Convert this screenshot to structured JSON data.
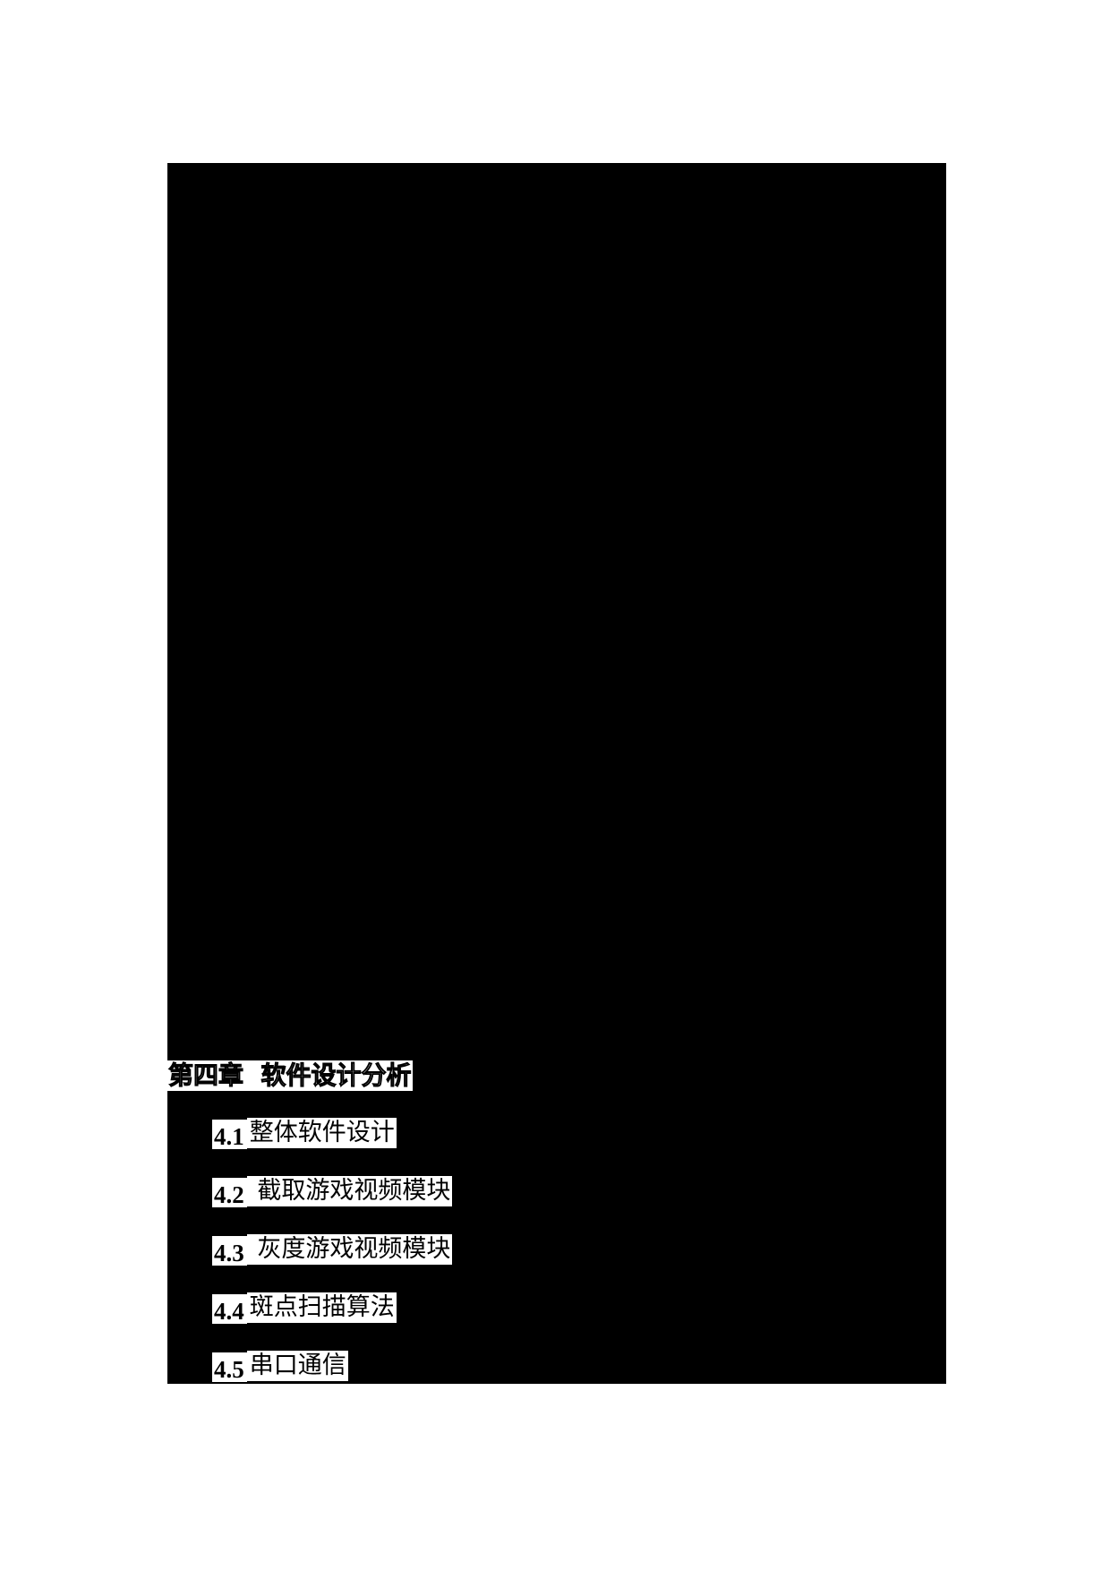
{
  "document": {
    "chapter": {
      "heading": "第四章  软件设计分析"
    },
    "toc": [
      {
        "number": "4.1",
        "title": "整体软件设计"
      },
      {
        "number": "4.2",
        "title": " 截取游戏视频模块"
      },
      {
        "number": "4.3",
        "title": " 灰度游戏视频模块"
      },
      {
        "number": "4.4",
        "title": "斑点扫描算法"
      },
      {
        "number": "4.5",
        "title": "串口通信"
      }
    ],
    "colors": {
      "page_background": "#ffffff",
      "redaction_block": "#000000",
      "text": "#000000"
    }
  }
}
